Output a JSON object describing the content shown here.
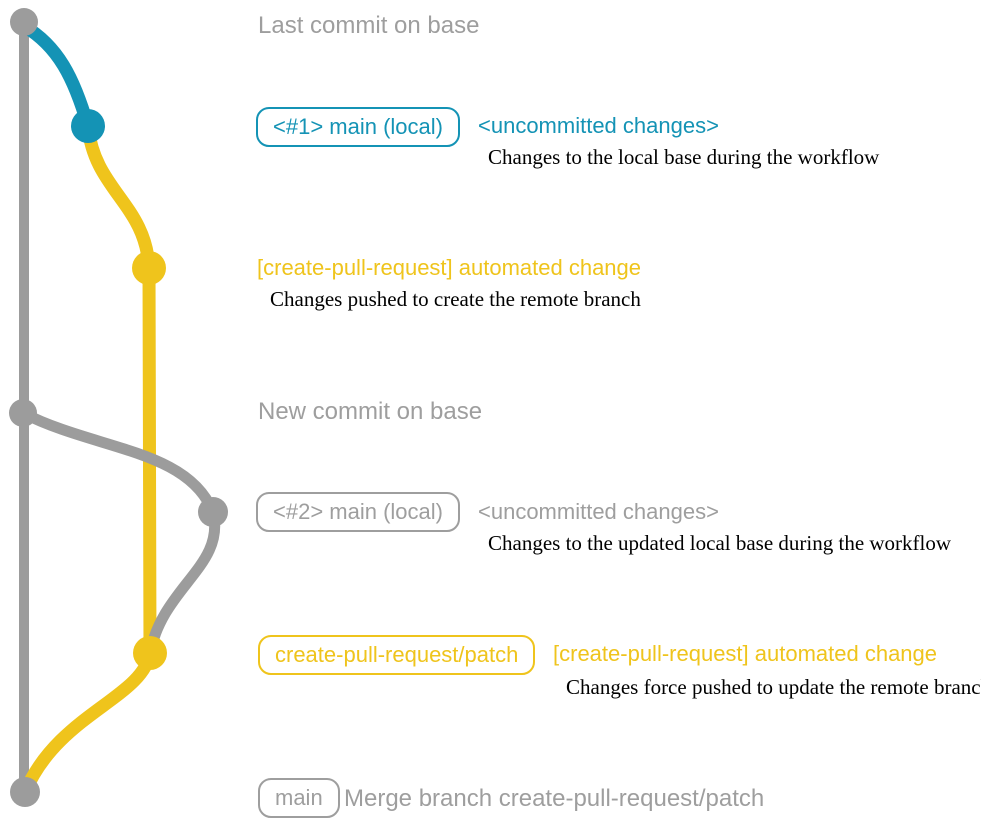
{
  "colors": {
    "branch_blue": "#1493b5",
    "branch_yellow": "#efc41c",
    "branch_gray": "#9c9c9c",
    "label_gray": "#9e9e9e",
    "desc_black": "#000000"
  },
  "branches": {
    "base": {
      "name": "base",
      "color": "gray"
    },
    "local_main": {
      "name": "main (local)",
      "color": "blue"
    },
    "remote_patch": {
      "name": "create-pull-request/patch",
      "color": "yellow"
    }
  },
  "annotations": {
    "last_commit": "Last commit on base",
    "row1": {
      "badge": "<#1> main (local)",
      "title": "<uncommitted changes>",
      "desc": "Changes to the local base during the workflow"
    },
    "row2": {
      "title": "[create-pull-request] automated change",
      "desc": "Changes pushed to create the remote branch"
    },
    "new_commit": "New commit on base",
    "row3": {
      "badge": "<#2> main (local)",
      "title": "<uncommitted changes>",
      "desc": "Changes to the updated local base during the workflow"
    },
    "row4": {
      "badge": "create-pull-request/patch",
      "title": "[create-pull-request] automated change",
      "desc": "Changes force pushed to update the remote branch"
    },
    "row5": {
      "badge": "main",
      "text": "Merge branch create-pull-request/patch"
    }
  }
}
